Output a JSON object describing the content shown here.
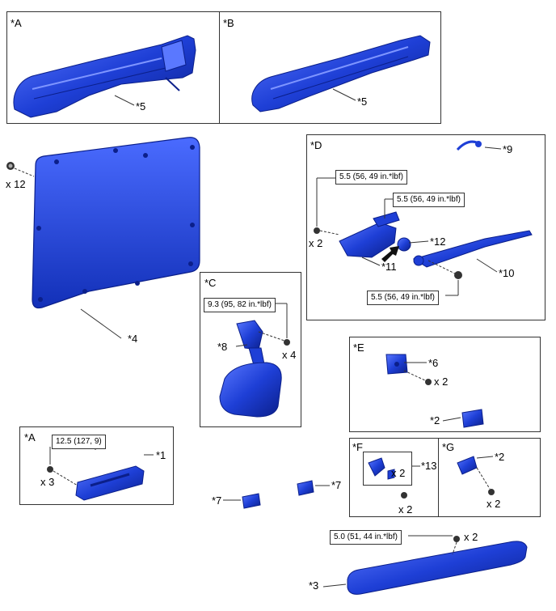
{
  "panels": {
    "a_top": "*A",
    "b_top": "*B",
    "c": "*C",
    "d": "*D",
    "e": "*E",
    "a_bottom": "*A",
    "f": "*F",
    "g": "*G"
  },
  "callouts": {
    "p5_a": "*5",
    "p5_b": "*5",
    "p4": "*4",
    "p8": "*8",
    "p9": "*9",
    "p11": "*11",
    "p12": "*12",
    "p10": "*10",
    "p6": "*6",
    "p2_e": "*2",
    "p1": "*1",
    "p7_left": "*7",
    "p7_right": "*7",
    "p13": "*13",
    "p2_g": "*2",
    "p3": "*3"
  },
  "quantities": {
    "q_x12": "x 12",
    "q_x4": "x 4",
    "q_x2_d": "x 2",
    "q_x2_e": "x 2",
    "q_x3": "x 3",
    "q_x2_f_top": "x 2",
    "q_x2_f_bottom": "x 2",
    "q_x2_g": "x 2",
    "q_x2_3": "x 2"
  },
  "torques": {
    "t_c": "9.3 (95, 82 in.*lbf)",
    "t_d1": "5.5 (56, 49 in.*lbf)",
    "t_d2": "5.5 (56, 49 in.*lbf)",
    "t_d3": "5.5 (56, 49 in.*lbf)",
    "t_a": "12.5 (127, 9)",
    "t_3": "5.0 (51, 44 in.*lbf)"
  },
  "colors": {
    "part_fill": "#1e3fd6",
    "part_dark": "#0b1f8a",
    "part_light": "#5a78ff",
    "line": "#333333"
  }
}
